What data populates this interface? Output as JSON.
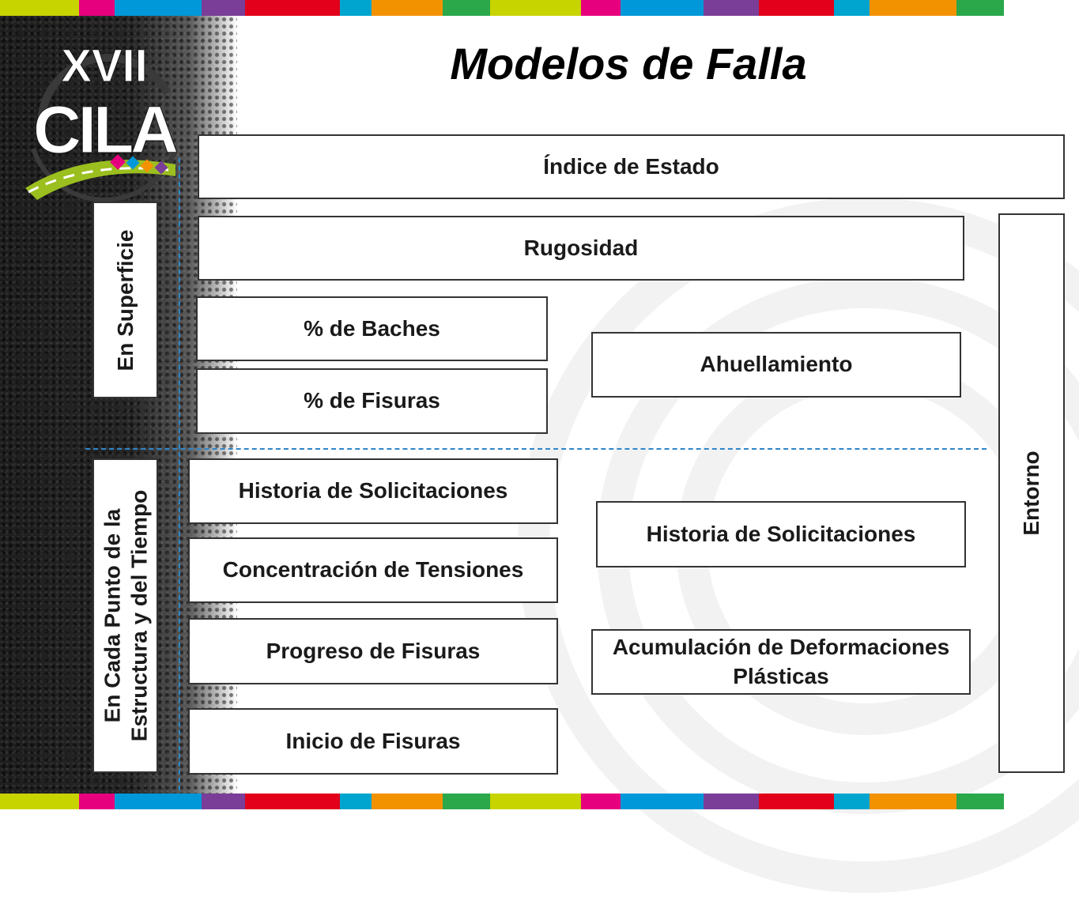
{
  "title": "Modelos de Falla",
  "logo": {
    "line1": "XVII",
    "line2": "CILA"
  },
  "stripe_colors": [
    "#c8d400",
    "#e6007e",
    "#0098d8",
    "#7a3e98",
    "#e2001a",
    "#00a5cf",
    "#f39200",
    "#2aa84a"
  ],
  "side_labels": {
    "surface": "En Superficie",
    "structure_line1": "En Cada Punto de la",
    "structure_line2": "Estructura y del Tiempo",
    "environment": "Entorno"
  },
  "boxes": {
    "indice": "Índice de Estado",
    "rugosidad": "Rugosidad",
    "baches": "% de Baches",
    "fisuras": "% de Fisuras",
    "ahuellamiento": "Ahuellamiento",
    "historia_left": "Historia de Solicitaciones",
    "concentracion": "Concentración de Tensiones",
    "progreso": "Progreso de Fisuras",
    "inicio": "Inicio de Fisuras",
    "historia_right": "Historia de Solicitaciones",
    "acumulacion_line1": "Acumulación de Deformaciones",
    "acumulacion_line2": "Plásticas"
  }
}
